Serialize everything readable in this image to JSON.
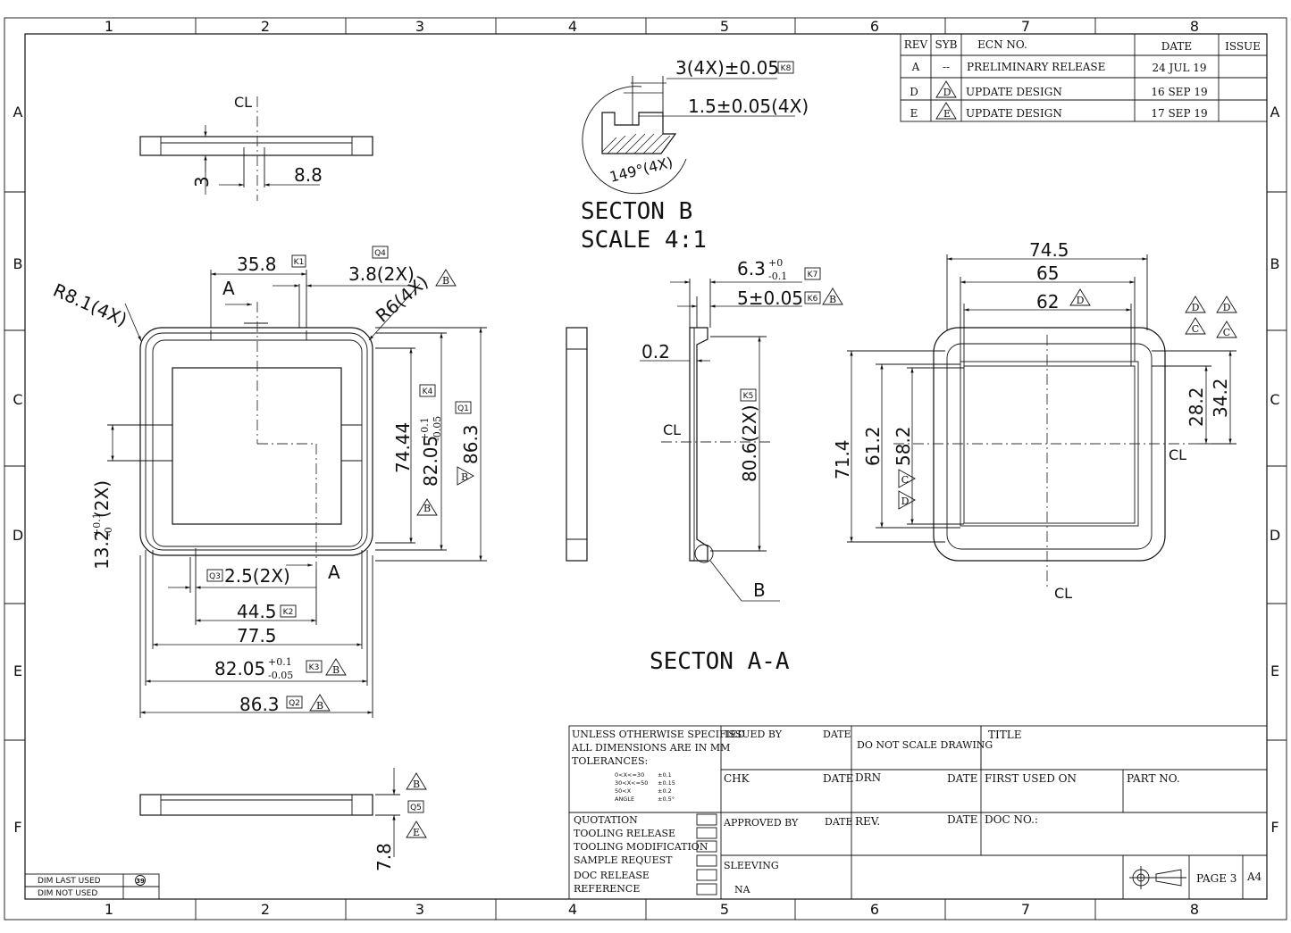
{
  "border": {
    "columns": [
      "1",
      "2",
      "3",
      "4",
      "5",
      "6",
      "7",
      "8"
    ],
    "rows": [
      "A",
      "B",
      "C",
      "D",
      "E",
      "F"
    ]
  },
  "revision_table": {
    "headers": {
      "rev": "REV",
      "syb": "SYB",
      "ecn": "ECN NO.",
      "date": "DATE",
      "issue": "ISSUE"
    },
    "rows": [
      {
        "rev": "A",
        "syb": "--",
        "ecn": "PRELIMINARY RELEASE",
        "date": "24 JUL 19"
      },
      {
        "rev": "D",
        "syb": "D",
        "ecn": "UPDATE DESIGN",
        "date": "16 SEP 19"
      },
      {
        "rev": "E",
        "syb": "E",
        "ecn": "UPDATE DESIGN",
        "date": "17 SEP 19"
      }
    ]
  },
  "section_b": {
    "title": "SECTON B",
    "scale": "SCALE 4:1",
    "dim_width": "3(4X)±0.05",
    "dim_width_tag": "K8",
    "dim_step": "1.5±0.05(4X)",
    "dim_angle": "149°(4X)"
  },
  "section_aa": {
    "title": "SECTON A-A",
    "dim_63_main": "6.3",
    "dim_63_upper": "+0",
    "dim_63_lower": "-0.1",
    "dim_63_tag": "K7",
    "dim_5": "5±0.05",
    "dim_5_tag": "K6",
    "dim_02": "0.2",
    "dim_806": "80.6(2X)",
    "dim_806_tag": "K5",
    "cl": "CL",
    "callout": "B"
  },
  "top_view": {
    "cl": "CL",
    "dim_3": "3",
    "dim_88": "8.8"
  },
  "main_view": {
    "dim_358": "35.8",
    "dim_358_tag": "K1",
    "dim_38": "3.8(2X)",
    "dim_38_tag": "Q4",
    "dim_r81": "R8.1(4X)",
    "dim_r6": "R6(4X)",
    "section_a": "A",
    "dim_7444": "74.44",
    "dim_7444_tag": "K4",
    "dim_8205_main": "82.05",
    "dim_8205_upper": "+0.1",
    "dim_8205_lower": "-0.05",
    "dim_863": "86.3",
    "dim_863_tag": "Q1",
    "dim_132_main": "13.2",
    "dim_132_upper": "+0.1",
    "dim_132_lower": "-0",
    "dim_132_suffix": "(2X)",
    "dim_25": "2.5(2X)",
    "dim_25_tag": "Q3",
    "dim_445": "44.5",
    "dim_445_tag": "K2",
    "dim_775": "77.5",
    "dim_8205b_main": "82.05",
    "dim_8205b_upper": "+0.1",
    "dim_8205b_lower": "-0.05",
    "dim_8205b_tag": "K3",
    "dim_863b": "86.3",
    "dim_863b_tag": "Q2"
  },
  "bottom_view": {
    "dim_78": "7.8",
    "tag_q5": "Q5"
  },
  "right_view": {
    "dim_745": "74.5",
    "dim_65": "65",
    "dim_62": "62",
    "dim_714": "71.4",
    "dim_612": "61.2",
    "dim_582": "58.2",
    "dim_282": "28.2",
    "dim_342": "34.2",
    "cl_right": "CL",
    "cl_bottom": "CL"
  },
  "revision_marks": {
    "b": "B",
    "c": "C",
    "d": "D",
    "e": "E"
  },
  "title_block": {
    "general_note_1": "UNLESS OTHERWISE SPECIFIED",
    "general_note_2": "ALL DIMENSIONS ARE IN MM",
    "general_note_3": "TOLERANCES:",
    "tolerances": [
      {
        "range": "0<X<=30",
        "tol": "±0.1"
      },
      {
        "range": "30<X<=50",
        "tol": "±0.15"
      },
      {
        "range": "50<X",
        "tol": "±0.2"
      },
      {
        "range": "ANGLE",
        "tol": "±0.5°"
      }
    ],
    "issued_by": "ISSUED BY",
    "date": "DATE",
    "do_not_scale": "DO NOT SCALE DRAWING",
    "title": "TITLE",
    "chk": "CHK",
    "drn": "DRN",
    "first_used_on": "FIRST USED ON",
    "part_no": "PART NO.",
    "approved_by": "APPROVED BY",
    "rev": "REV.",
    "doc_no": "DOC NO.:",
    "sleeving": "SLEEVING",
    "sleeving_value": "NA",
    "page": "PAGE 3",
    "size": "A4",
    "status": [
      "QUOTATION",
      "TOOLING RELEASE",
      "TOOLING MODIFICATION",
      "SAMPLE REQUEST",
      "DOC RELEASE",
      "REFERENCE"
    ],
    "dim_last_used": "DIM LAST USED",
    "dim_not_used": "DIM NOT USED",
    "dim_last_value": "39"
  }
}
